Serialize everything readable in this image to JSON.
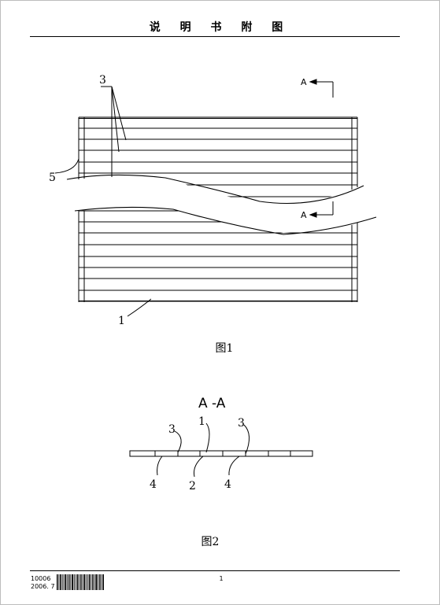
{
  "header": {
    "title": "说 明 书 附 图"
  },
  "figure1": {
    "caption": "图1",
    "labels": {
      "ribs": "3",
      "frame": "5",
      "panel": "1",
      "section_top": "A",
      "section_bottom": "A"
    }
  },
  "figure2": {
    "caption": "图2",
    "section_title": "A -A",
    "labels": {
      "rib_left": "3",
      "panel_top": "1",
      "rib_right": "3",
      "slot_left": "4",
      "strip": "2",
      "slot_right": "4"
    }
  },
  "footer": {
    "code": "10006",
    "date": "2006. 7",
    "page": "1"
  }
}
